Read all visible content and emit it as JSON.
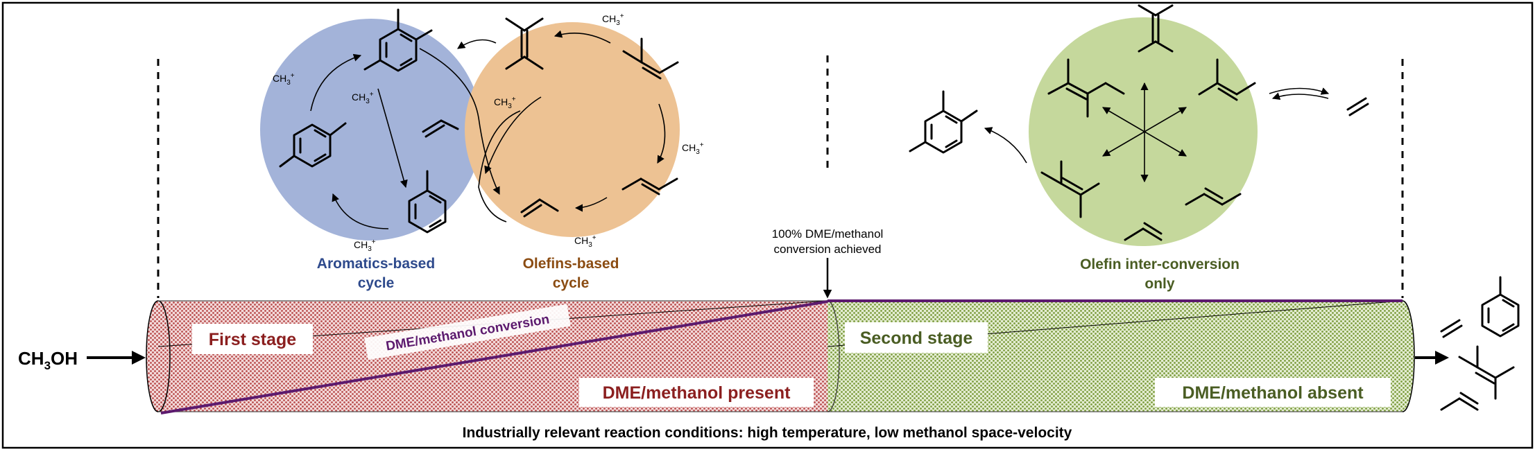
{
  "bottom_caption": "Industrially relevant reaction conditions: high temperature, low methanol space-velocity",
  "inlet_label": {
    "main": "CH",
    "sub": "3",
    "tail": "OH"
  },
  "methyl_label": {
    "main": "CH",
    "sub": "3",
    "sup": "+"
  },
  "cycles": {
    "aromatics": {
      "line1": "Aromatics-based",
      "line2": "cycle",
      "color": "#a3b3d9",
      "label_color": "#2e4a8c"
    },
    "olefins": {
      "line1": "Olefins-based",
      "line2": "cycle",
      "color": "#edc293",
      "label_color": "#8b4c12"
    },
    "interconversion": {
      "line1": "Olefin inter-conversion",
      "line2": "only",
      "color": "#c5d89c",
      "label_color": "#4a5d23"
    }
  },
  "conversion_note": {
    "line1": "100% DME/methanol",
    "line2": "conversion achieved"
  },
  "reactor": {
    "first_stage": "First stage",
    "second_stage": "Second stage",
    "present": "DME/methanol present",
    "absent": "DME/methanol absent",
    "conversion_line": "DME/methanol conversion",
    "first_color": "#b84a4a",
    "second_color": "#7a9a3a",
    "line_color": "#5c1a6e"
  }
}
